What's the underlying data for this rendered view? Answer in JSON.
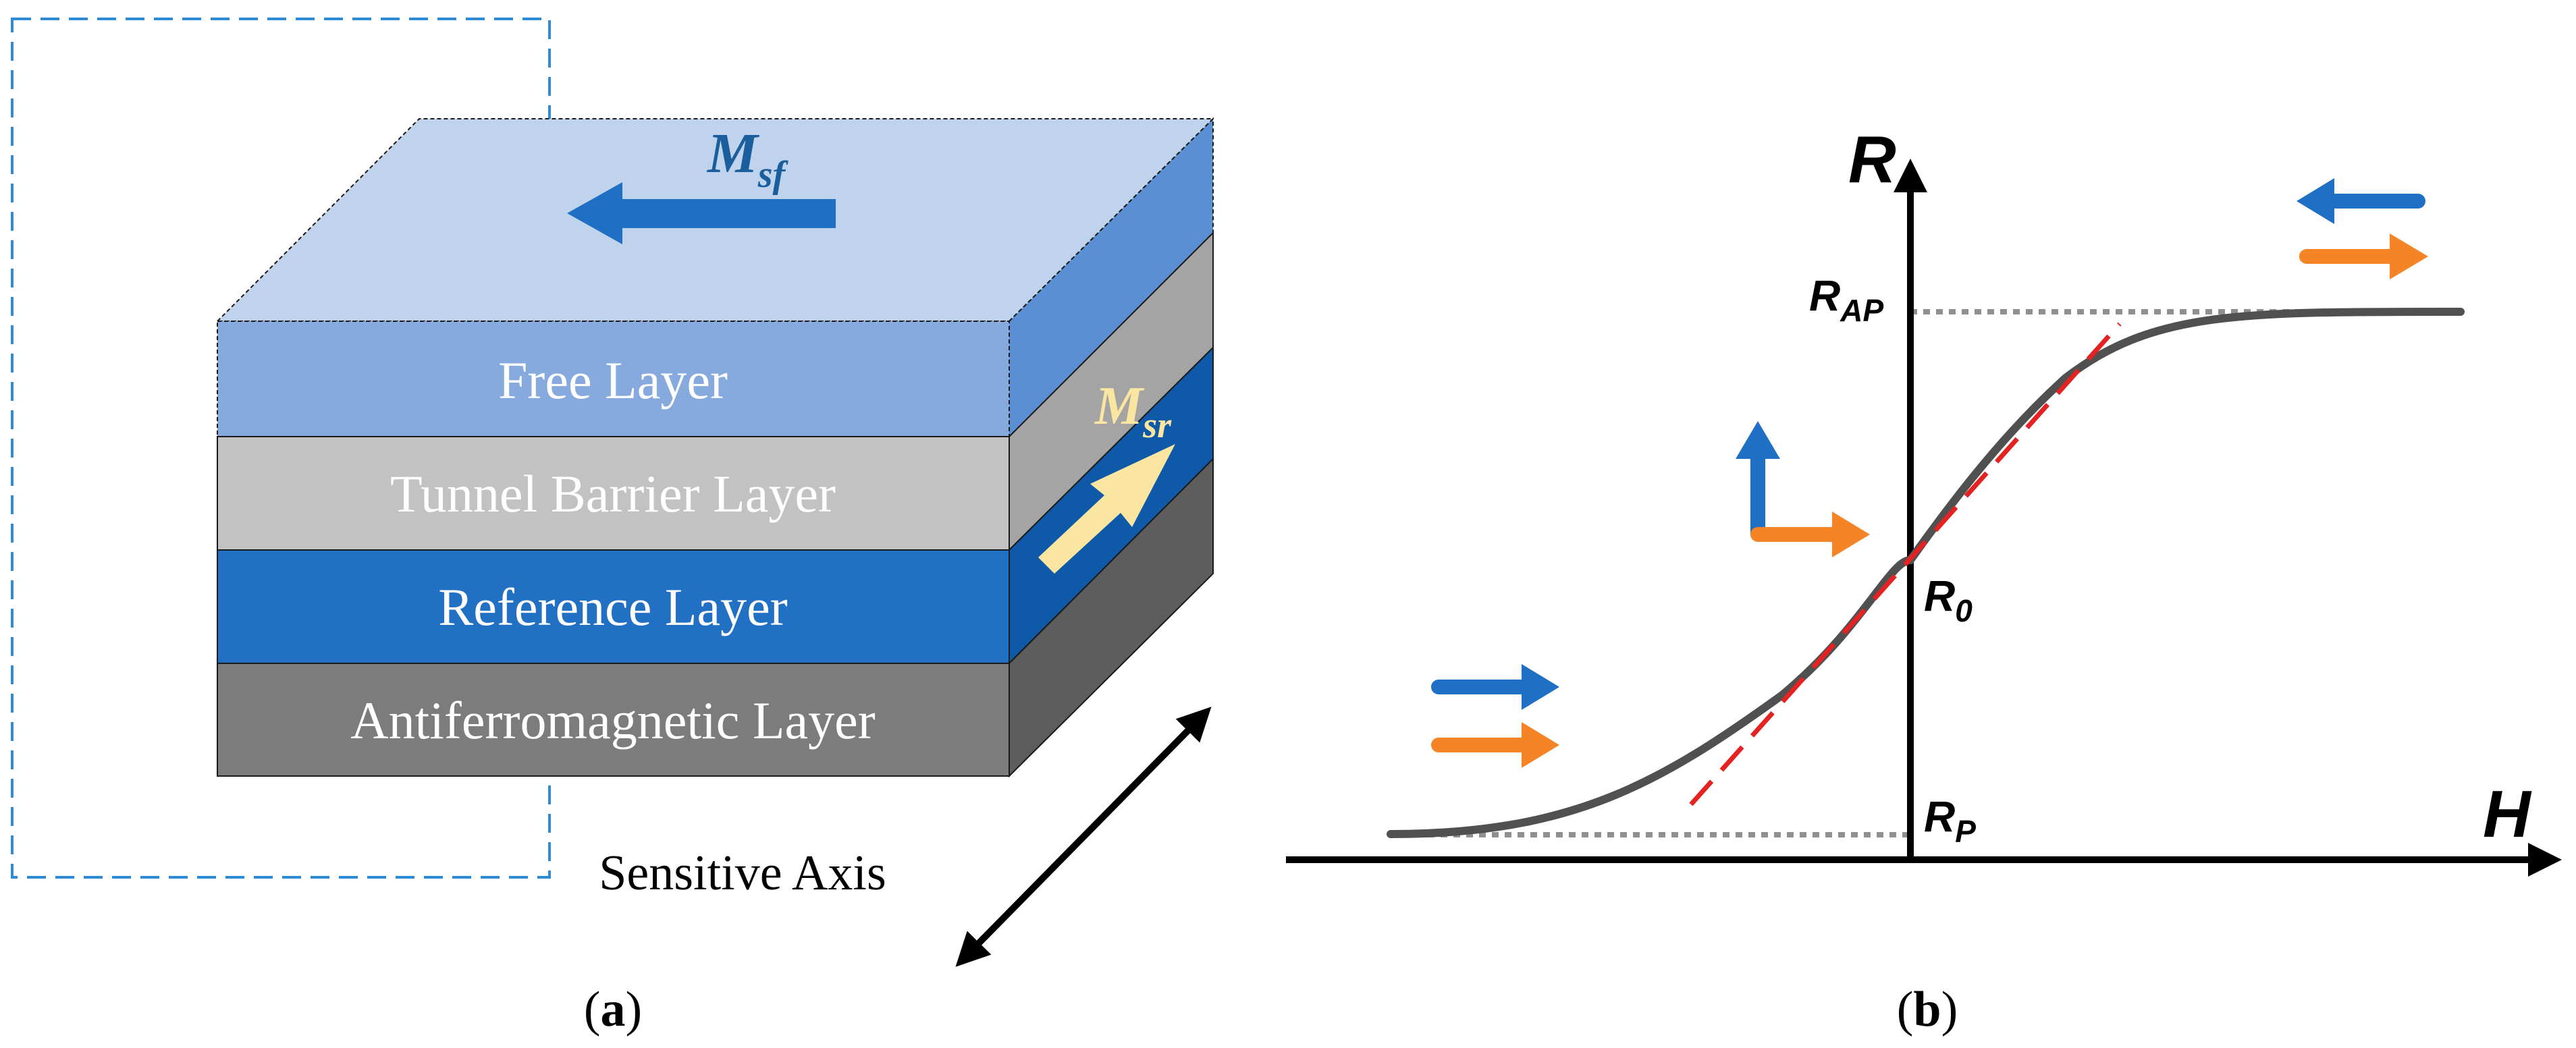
{
  "panel_a": {
    "layers": {
      "free": "Free Layer",
      "tunnel": "Tunnel Barrier Layer",
      "reference": "Reference Layer",
      "antiferro": "Antiferromagnetic Layer"
    },
    "m_sf": {
      "main": "M",
      "sub": "sf"
    },
    "m_sr": {
      "main": "M",
      "sub": "sr"
    },
    "sensitive_axis": "Sensitive Axis",
    "caption": {
      "open": "(",
      "letter": "a",
      "close": ")"
    }
  },
  "panel_b": {
    "axis_y": "R",
    "axis_x": "H",
    "r_ap": {
      "main": "R",
      "sub": "AP"
    },
    "r_0": {
      "main": "R",
      "sub": "0"
    },
    "r_p": {
      "main": "R",
      "sub": "P"
    },
    "caption": {
      "open": "(",
      "letter": "b",
      "close": ")"
    }
  },
  "colors": {
    "free_front": "#86aadd",
    "free_top": "#bfd3ec",
    "free_side": "#5b8fd3",
    "tunnel_front": "#c2c2c2",
    "tunnel_side": "#a4a4a4",
    "reference_front": "#2170c4",
    "reference_side": "#0f5aa8",
    "antiferro_front": "#7c7c7c",
    "antiferro_side": "#5d5d5d",
    "arrow_blue": "#1f6fc5",
    "arrow_orange": "#f58426",
    "m_sr_arrow": "#fbe6a1",
    "curve": "#505050",
    "tangent": "#e52222",
    "dotted": "#8f8f8f"
  }
}
